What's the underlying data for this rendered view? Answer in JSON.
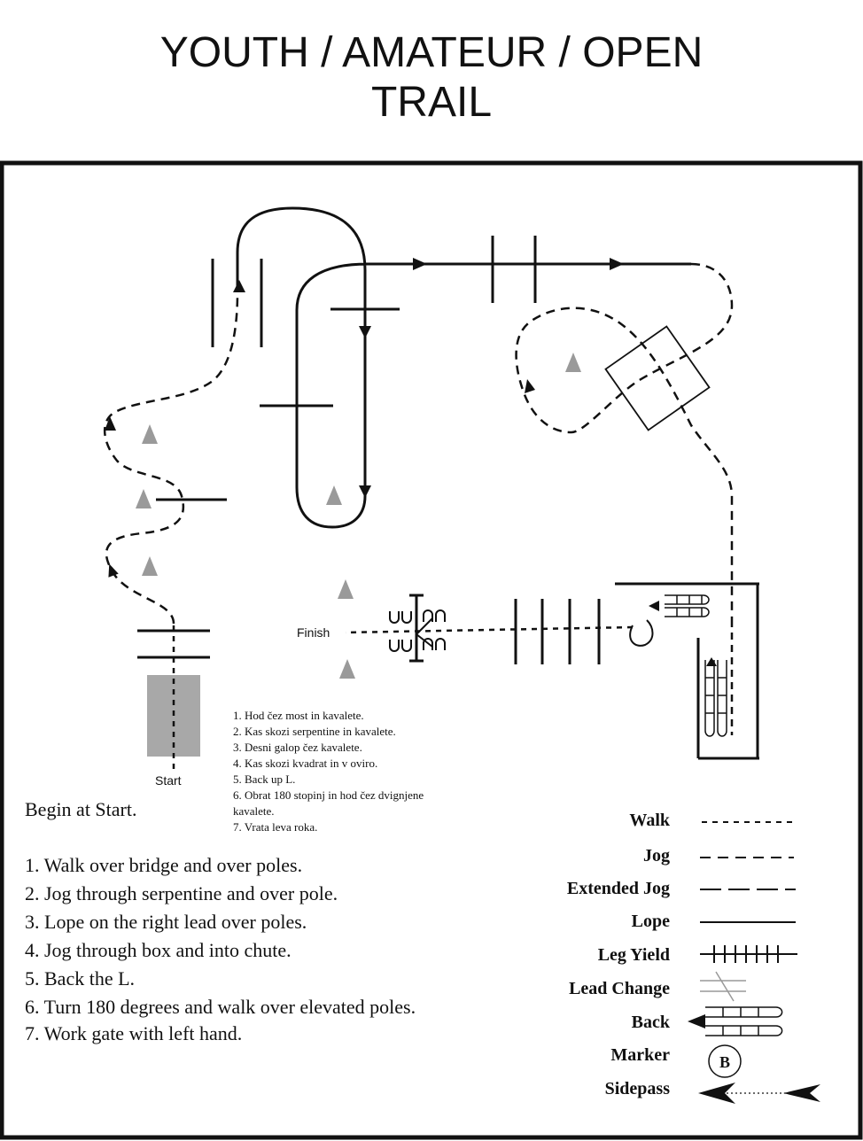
{
  "title": {
    "line1": "YOUTH / AMATEUR / OPEN",
    "line2": "TRAIL"
  },
  "course": {
    "start_label": "Start",
    "finish_label": "Finish",
    "begin_text": "Begin at Start.",
    "slovene_steps": [
      "1. Hod čez most in kavalete.",
      "2. Kas skozi serpentine in kavalete.",
      "3. Desni galop čez kavalete.",
      "4. Kas skozi kvadrat in v oviro.",
      "5. Back up L.",
      "6. Obrat 180 stopinj in hod čez dvignjene",
      "kavalete.",
      "7. Vrata leva roka."
    ],
    "english_steps": [
      "1. Walk over bridge and over poles.",
      "2. Jog through serpentine and over pole.",
      "3. Lope on the right lead over poles.",
      "4. Jog through box and into chute.",
      "5. Back the L.",
      "6. Turn 180 degrees and walk over elevated poles.",
      "7. Work gate with left hand."
    ]
  },
  "legend": {
    "walk": "Walk",
    "jog": "Jog",
    "extended_jog": "Extended Jog",
    "lope": "Lope",
    "leg_yield": "Leg Yield",
    "lead_change": "Lead Change",
    "back": "Back",
    "marker": "Marker",
    "marker_symbol": "B",
    "sidepass": "Sidepass"
  },
  "colors": {
    "ink": "#111111",
    "cone": "#9a9a9a",
    "bridge": "#a8a8a8"
  }
}
